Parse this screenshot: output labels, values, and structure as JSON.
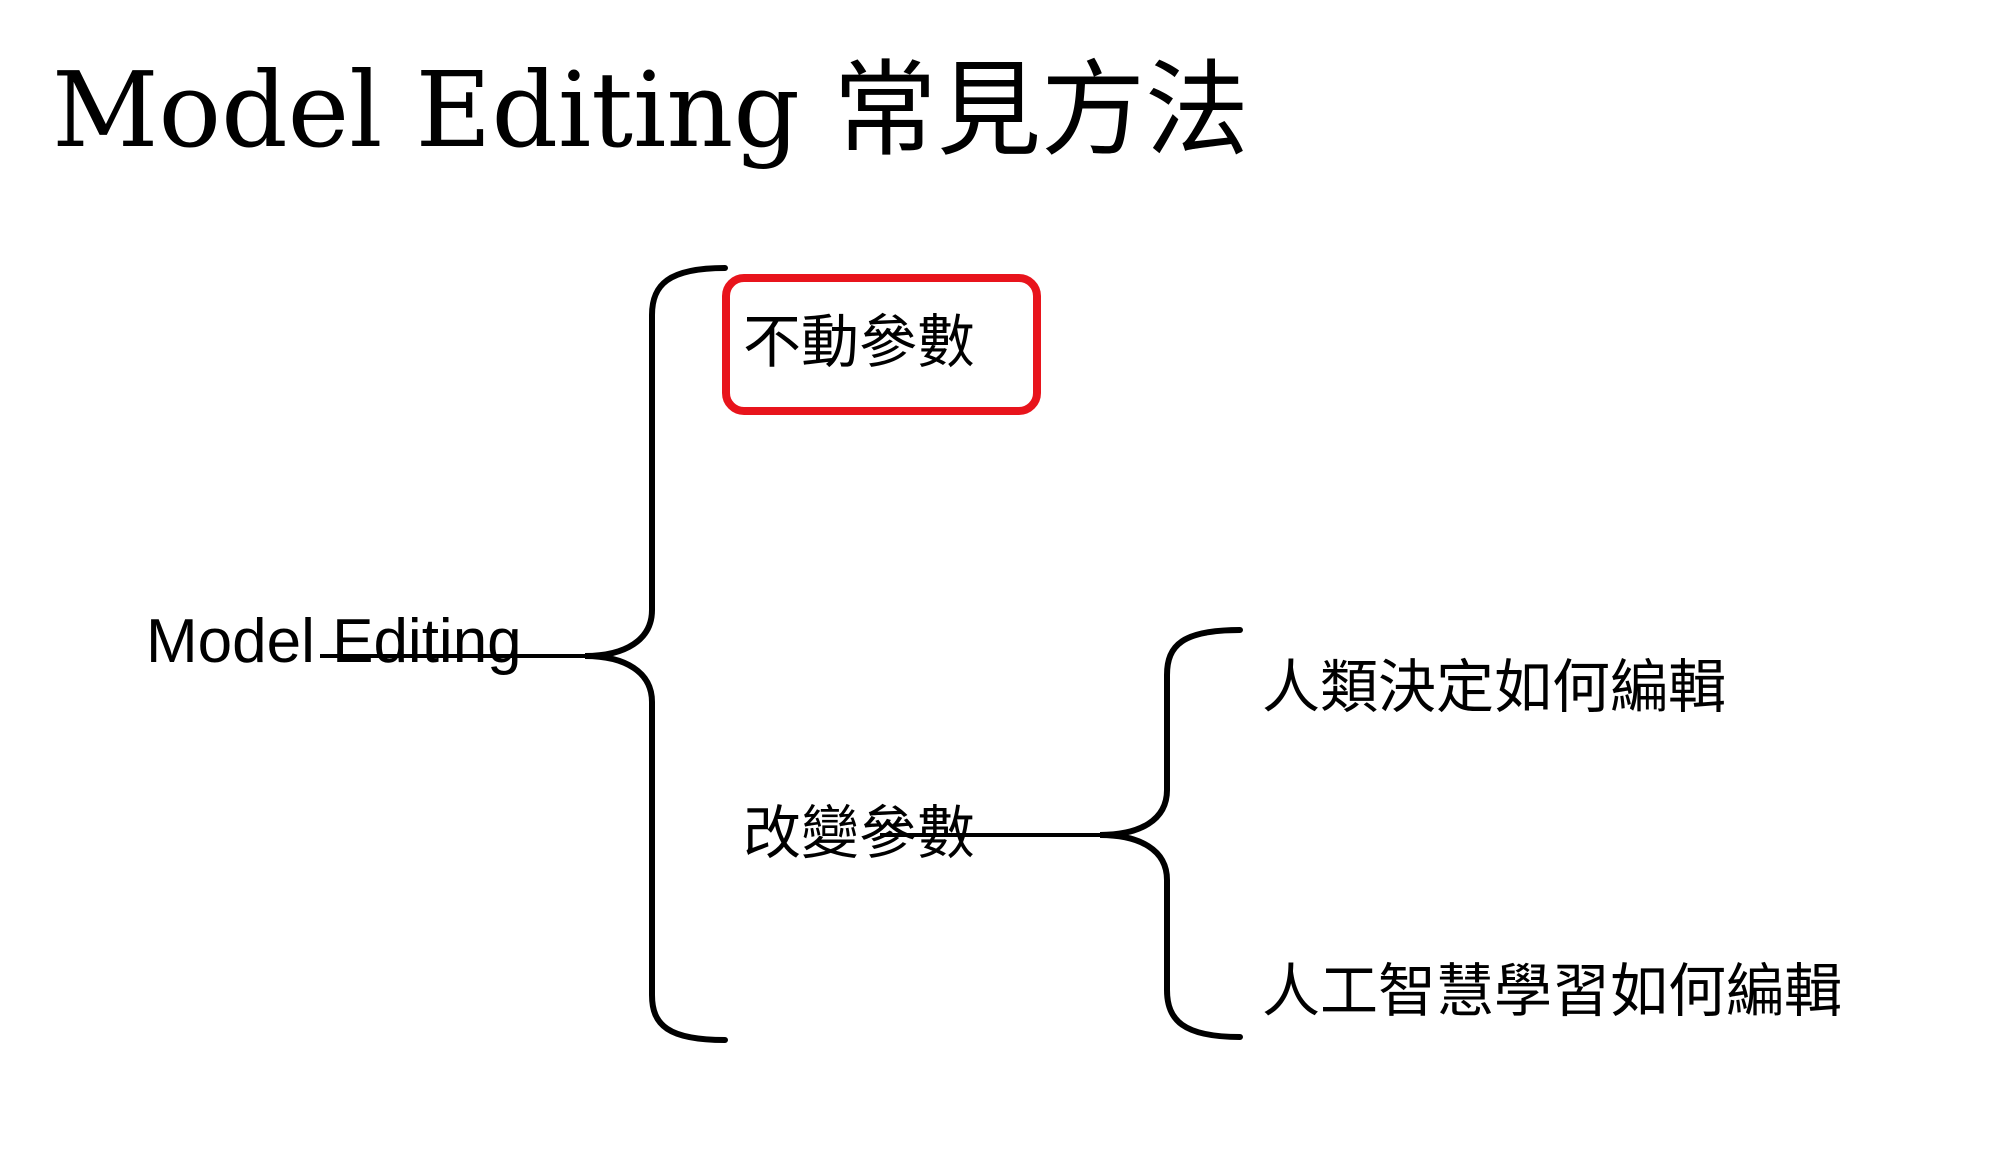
{
  "title": "Model Editing 常見方法",
  "root": {
    "label": "Model Editing"
  },
  "branches": [
    {
      "label": "不動參數",
      "highlighted": true
    },
    {
      "label": "改變參數",
      "highlighted": false
    }
  ],
  "sub_branches": [
    {
      "label": "人類決定如何編輯"
    },
    {
      "label": "人工智慧學習如何編輯"
    }
  ],
  "colors": {
    "text": "#000000",
    "highlight": "#e8141c",
    "background": "#ffffff"
  }
}
